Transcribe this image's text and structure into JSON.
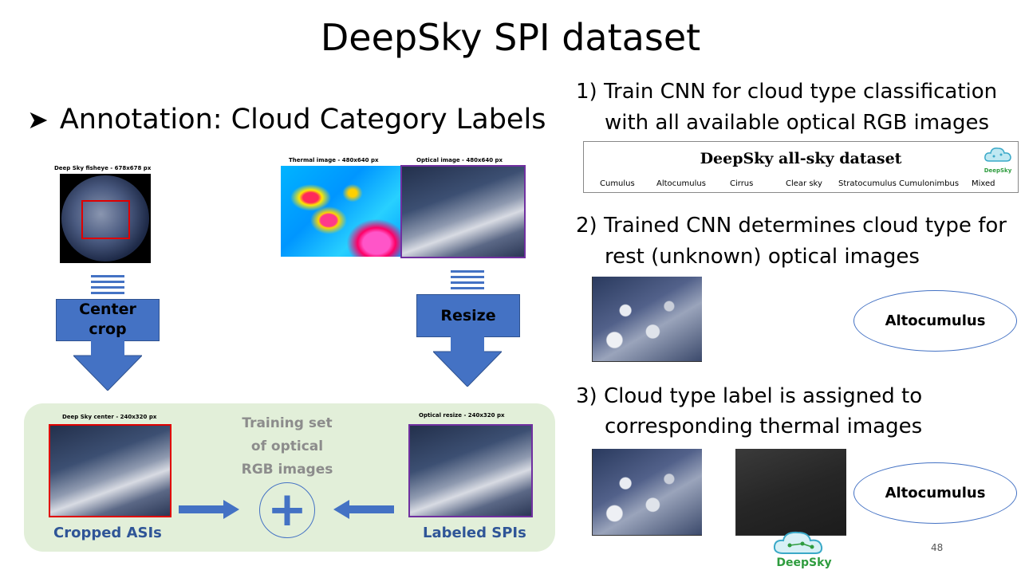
{
  "title": "DeepSky SPI dataset",
  "subtitle": "Annotation: Cloud Category Labels",
  "left": {
    "fisheye_caption": "Deep Sky fisheye - 678x678 px",
    "thermal_caption": "Thermal image - 480x640 px",
    "optical_caption": "Optical image - 480x640 px",
    "center_crop_label_line1": "Center",
    "center_crop_label_line2": "crop",
    "resize_label": "Resize",
    "center_caption": "Deep Sky center - 240x320 px",
    "resize_caption": "Optical resize - 240x320 px",
    "training_line1": "Training set",
    "training_line2": "of optical",
    "training_line3": "RGB images",
    "plus_symbol": "+",
    "cropped_label": "Cropped ASIs",
    "labeled_label": "Labeled SPIs"
  },
  "right": {
    "step1_line1": "1)  Train CNN for cloud type classification",
    "step1_line2": "with all available optical RGB images",
    "dataset_title": "DeepSky all-sky dataset",
    "dataset_logo_text": "DeepSky",
    "categories": [
      "Cumulus",
      "Altocumulus",
      "Cirrus",
      "Clear sky",
      "Stratocumulus",
      "Cumulonimbus",
      "Mixed"
    ],
    "step2_line1": "2)  Trained CNN determines cloud type for",
    "step2_line2": "rest (unknown) optical images",
    "result1": "Altocumulus",
    "step3_line1": "3)  Cloud type label is assigned to",
    "step3_line2": "corresponding thermal images",
    "result2": "Altocumulus",
    "footer_logo_text": "DeepSky",
    "page_number": "48"
  },
  "colors": {
    "accent_blue": "#4472c4",
    "panel_green": "#e2efd9",
    "crop_red": "#e00000",
    "frame_purple": "#7030a0",
    "label_blue": "#2f5597"
  }
}
